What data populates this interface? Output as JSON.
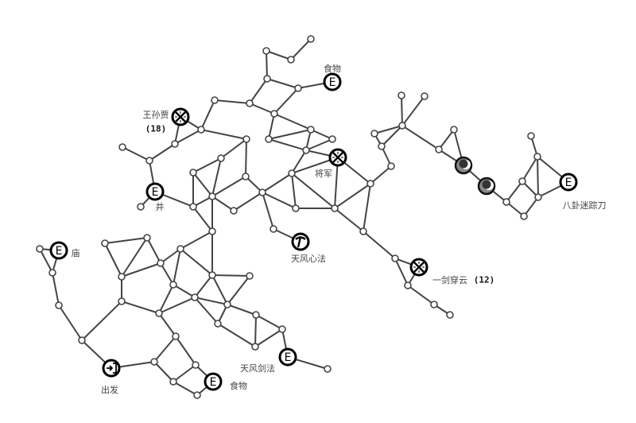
{
  "map": {
    "markers": {
      "food1": {
        "icon": "event-e-icon",
        "label": "食物"
      },
      "wang": {
        "icon": "crossed-swords-icon",
        "label": "王孙贾",
        "sub": "(18)"
      },
      "jiang": {
        "icon": "crossed-swords-icon",
        "label": "将军"
      },
      "well": {
        "icon": "event-e-icon",
        "label": "井"
      },
      "xinfa": {
        "icon": "pickaxe-icon",
        "label": "天风心法"
      },
      "temple": {
        "icon": "event-e-icon",
        "label": "庙"
      },
      "yijian": {
        "icon": "crossed-swords-icon",
        "label": "一剑穿云",
        "sub": "(12)"
      },
      "bagua": {
        "icon": "event-e-icon",
        "label": "八卦迷踪刀"
      },
      "jianfa": {
        "icon": "event-e-icon",
        "label": "天风剑法"
      },
      "start": {
        "icon": "enter-icon",
        "label": "出发"
      },
      "food2": {
        "icon": "event-e-icon",
        "label": "食物"
      },
      "moon1": {
        "icon": "moon-icon"
      },
      "moon2": {
        "icon": "moon-icon"
      }
    },
    "colors": {
      "edge": "#444444",
      "node": "#ffffff",
      "marker": "#000000"
    }
  }
}
